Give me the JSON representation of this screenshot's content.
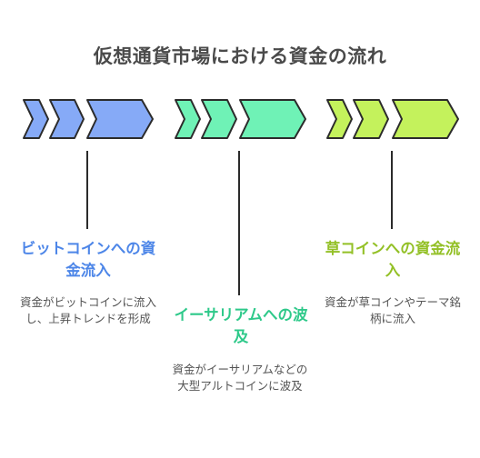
{
  "title": "仮想通貨市場における資金の流れ",
  "colors": {
    "title": "#4a4a4a",
    "stroke": "#2b2b2b",
    "desc": "#555555"
  },
  "stages": [
    {
      "title": "ビットコインへの資金流入",
      "description": "資金がビットコインに流入し、上昇トレンドを形成",
      "fill": "#86aaf7",
      "text_color": "#4d86e8"
    },
    {
      "title": "イーサリアムへの波及",
      "description": "資金がイーサリアムなどの大型アルトコインに波及",
      "fill": "#6ff2b6",
      "text_color": "#2ec98a"
    },
    {
      "title": "草コインへの資金流入",
      "description": "資金が草コインやテーマ銘柄に流入",
      "fill": "#c4f25c",
      "text_color": "#93c026"
    }
  ]
}
